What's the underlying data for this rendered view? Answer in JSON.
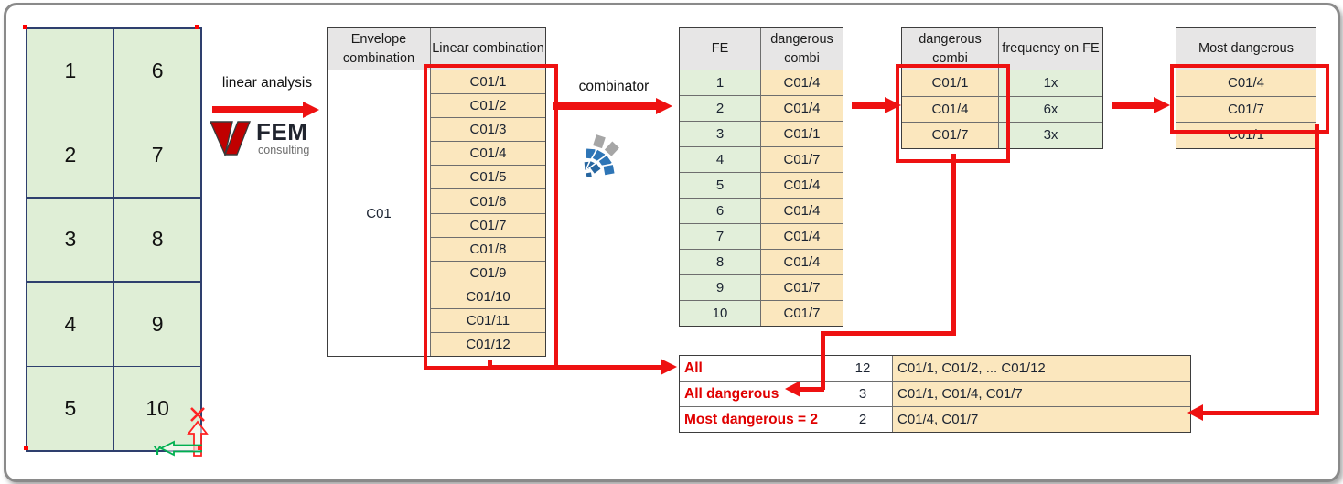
{
  "colors": {
    "accent_red": "#ee1111",
    "cell_tan": "#fbe7be",
    "cell_green": "#e2efda",
    "header_gray": "#e7e6e6",
    "mesh_green": "#dfeed6"
  },
  "mesh": {
    "columns": [
      [
        "1",
        "2",
        "3",
        "4",
        "5"
      ],
      [
        "6",
        "7",
        "8",
        "9",
        "10"
      ]
    ],
    "axis_label": "Y"
  },
  "linear_analysis": {
    "label": "linear analysis"
  },
  "fem_logo": {
    "title": "FEM",
    "subtitle": "consulting"
  },
  "combinator": {
    "label": "combinator"
  },
  "envelope_table": {
    "headers": [
      "Envelope combination",
      "Linear combination"
    ],
    "envelope": "C01",
    "linear_combinations": [
      "C01/1",
      "C01/2",
      "C01/3",
      "C01/4",
      "C01/5",
      "C01/6",
      "C01/7",
      "C01/8",
      "C01/9",
      "C01/10",
      "C01/11",
      "C01/12"
    ]
  },
  "fe_table": {
    "headers": [
      "FE",
      "dangerous combi"
    ],
    "rows": [
      {
        "fe": "1",
        "combi": "C01/4"
      },
      {
        "fe": "2",
        "combi": "C01/4"
      },
      {
        "fe": "3",
        "combi": "C01/1"
      },
      {
        "fe": "4",
        "combi": "C01/7"
      },
      {
        "fe": "5",
        "combi": "C01/4"
      },
      {
        "fe": "6",
        "combi": "C01/4"
      },
      {
        "fe": "7",
        "combi": "C01/4"
      },
      {
        "fe": "8",
        "combi": "C01/4"
      },
      {
        "fe": "9",
        "combi": "C01/7"
      },
      {
        "fe": "10",
        "combi": "C01/7"
      }
    ]
  },
  "frequency_table": {
    "headers": [
      "dangerous combi",
      "frequency on FE"
    ],
    "rows": [
      {
        "combi": "C01/1",
        "freq": "1x"
      },
      {
        "combi": "C01/4",
        "freq": "6x"
      },
      {
        "combi": "C01/7",
        "freq": "3x"
      }
    ]
  },
  "most_dangerous_table": {
    "header": "Most dangerous",
    "rows": [
      "C01/4",
      "C01/7",
      "C01/1"
    ]
  },
  "summary_table": {
    "rows": [
      {
        "label": "All",
        "count": "12",
        "combos": "C01/1, C01/2, ... C01/12"
      },
      {
        "label": "All dangerous",
        "count": "3",
        "combos": "C01/1, C01/4, C01/7"
      },
      {
        "label": "Most dangerous = 2",
        "count": "2",
        "combos": "C01/4, C01/7"
      }
    ]
  }
}
